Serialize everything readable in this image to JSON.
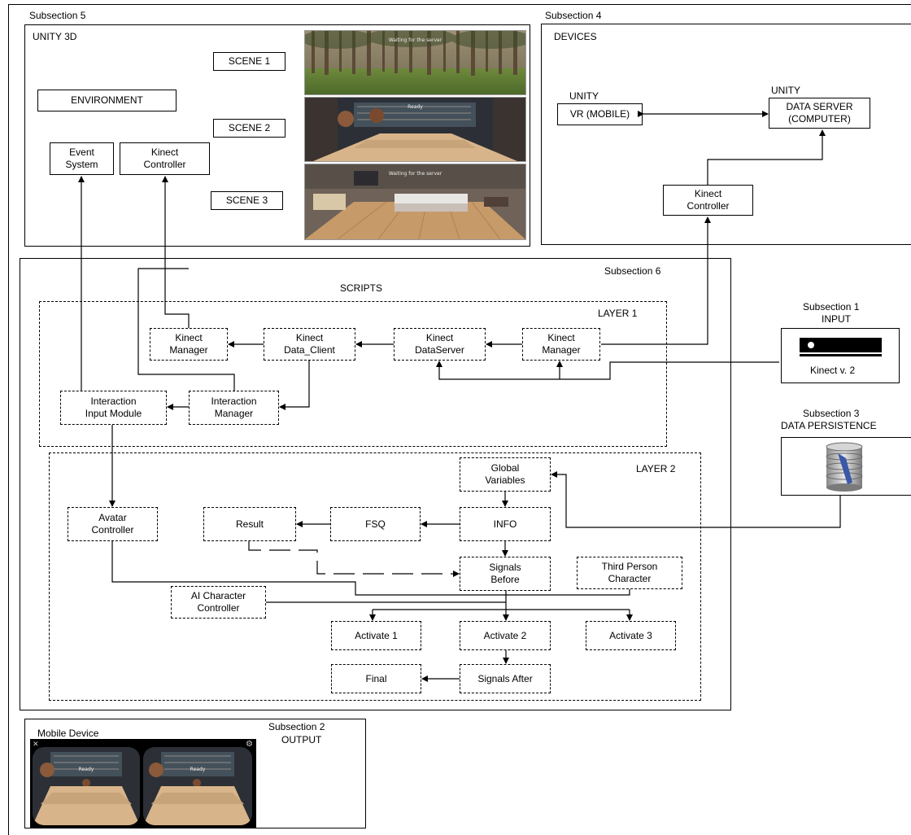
{
  "subsection5": {
    "title": "Subsection 5",
    "panel_label": "UNITY 3D",
    "environment": "ENVIRONMENT",
    "event_system": "Event\nSystem",
    "kinect_controller": "Kinect\nController",
    "scene1": "SCENE 1",
    "scene2": "SCENE 2",
    "scene3": "SCENE 3",
    "scene1_caption": "Waiting for the server",
    "scene2_caption": "Ready",
    "scene3_caption": "Waiting for the server"
  },
  "subsection4": {
    "title": "Subsection 4",
    "panel_label": "DEVICES",
    "unity_left": "UNITY",
    "unity_right": "UNITY",
    "vr_mobile": "VR (MOBILE)",
    "data_server": "DATA SERVER\n(COMPUTER)",
    "kinect_controller": "Kinect\nController"
  },
  "subsection6": {
    "title": "Subsection 6",
    "scripts": "SCRIPTS",
    "layer1": {
      "label": "LAYER 1",
      "kinect_manager_left": "Kinect\nManager",
      "kinect_data_client": "Kinect\nData_Client",
      "kinect_dataserver": "Kinect\nDataServer",
      "kinect_manager_right": "Kinect\nManager",
      "interaction_input_module": "Interaction\nInput Module",
      "interaction_manager": "Interaction\nManager"
    },
    "layer2": {
      "label": "LAYER 2",
      "global_variables": "Global\nVariables",
      "avatar_controller": "Avatar\nController",
      "result": "Result",
      "fsq": "FSQ",
      "info": "INFO",
      "signals_before": "Signals\nBefore",
      "third_person": "Third Person\nCharacter",
      "ai_character": "AI Character\nController",
      "activate1": "Activate 1",
      "activate2": "Activate 2",
      "activate3": "Activate 3",
      "final": "Final",
      "signals_after": "Signals After"
    }
  },
  "subsection1": {
    "title": "Subsection 1",
    "subtitle": "INPUT",
    "device": "Kinect v. 2"
  },
  "subsection3": {
    "title": "Subsection 3",
    "subtitle": "DATA PERSISTENCE"
  },
  "subsection2": {
    "title": "Subsection 2",
    "subtitle": "OUTPUT",
    "mobile_device": "Mobile Device",
    "left_eye_caption": "Ready",
    "right_eye_caption": "Ready"
  }
}
